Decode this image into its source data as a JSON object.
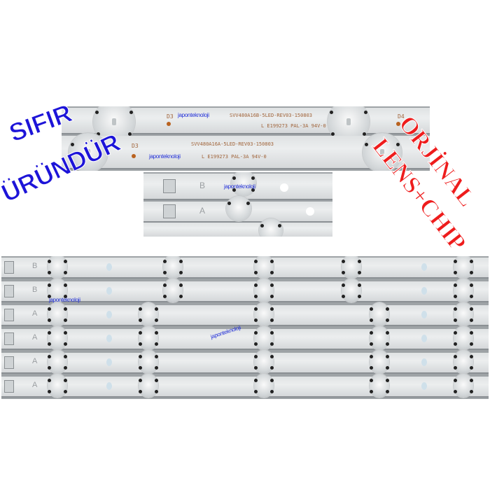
{
  "watermark": "japonteknoloji",
  "promo_left": {
    "line1": "SIFIR",
    "line2": "ÜRÜNDÜR",
    "color": "#1d14d8"
  },
  "promo_right": {
    "line1": "ORJİNAL",
    "line2": "LENS+CHIP",
    "color": "#ee1c1c"
  },
  "top_photo": {
    "strip_b": {
      "part_no": "SVV480A16B-5LED-REV03-150803",
      "cert": "L E199273 PAL-3A 94V-0",
      "led_left": "D3",
      "led_right": "D4"
    },
    "strip_a": {
      "part_no": "SVV480A16A-5LED-REV03-150803",
      "cert": "L E199273 PAL-3A 94V-0",
      "led_left": "D3"
    }
  },
  "middle_photo": {
    "strip_labels": [
      "B",
      "A"
    ]
  },
  "bottom_photo": {
    "strip_labels": [
      "B",
      "B",
      "A",
      "A",
      "A",
      "A"
    ]
  }
}
